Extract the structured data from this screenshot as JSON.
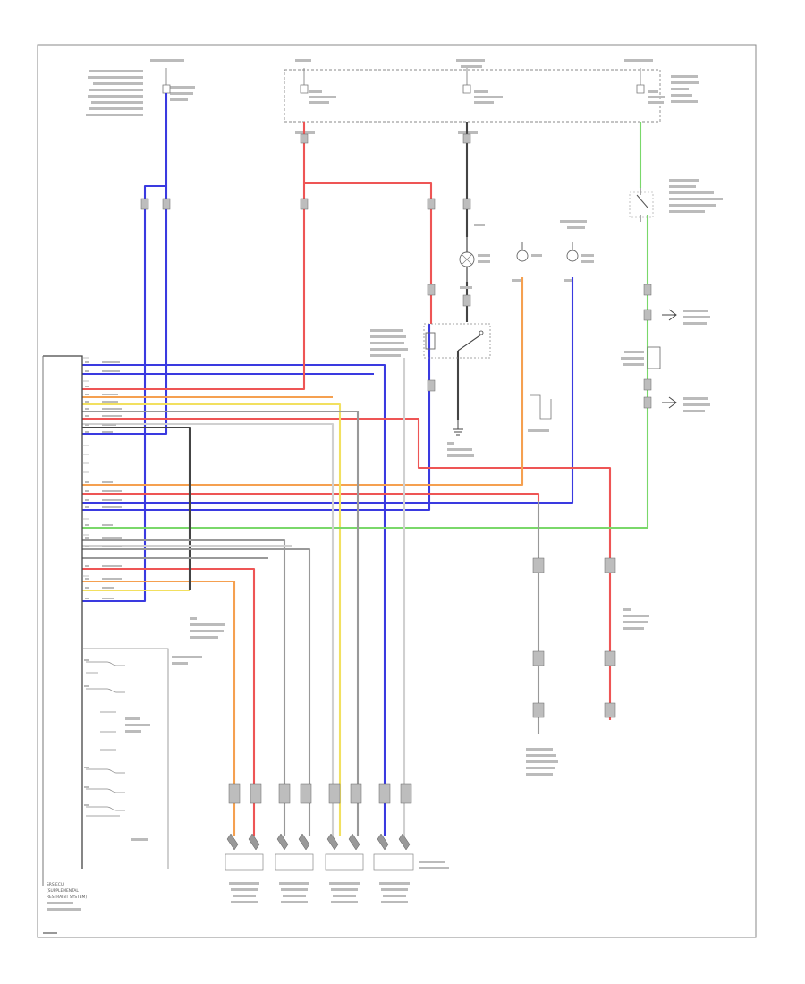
{
  "diagram": {
    "frame_code": "",
    "module_label_lines": [
      "SRS ECU",
      "(SUPPLEMENTAL",
      "RESTRAINT SYSTEM)"
    ],
    "pin_labels": [],
    "sensor_labels": [],
    "fuse_labels": [],
    "colors": {
      "blue": "#3a3ae0",
      "red": "#ee5555",
      "pink": "#f08080",
      "orange": "#f5a050",
      "yellow": "#f2e060",
      "green": "#7ad86a",
      "black": "#333333",
      "gray": "#888888",
      "light_gray": "#cccccc"
    }
  }
}
